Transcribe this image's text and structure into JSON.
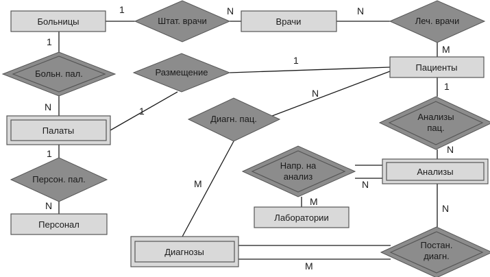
{
  "entities": {
    "hospitals": "Больницы",
    "doctors": "Врачи",
    "patients": "Пациенты",
    "wards": "Палаты",
    "staff": "Персонал",
    "analyses": "Анализы",
    "laboratories": "Лаборатории",
    "diagnoses": "Диагнозы"
  },
  "relationships": {
    "staff_doctors": "Штат. врачи",
    "treating_doctors": "Леч. врачи",
    "hospital_wards": "Больн. пал.",
    "placement": "Размещение",
    "patient_diagnosis": "Диагн. пац.",
    "patient_analyses": [
      "Анализы",
      "пац."
    ],
    "analysis_referral": [
      "Напр. на",
      "анализ"
    ],
    "ward_staff": "Персон. пал.",
    "diagnosis_setting": [
      "Постан.",
      "диагн."
    ]
  },
  "cardinalities": {
    "hosp_staffdoc": "1",
    "staffdoc_doc": "N",
    "doc_treat": "N",
    "treat_pat": "M",
    "hosp_hwards": "1",
    "hwards_wards": "N",
    "place_pat": "1",
    "place_wards": "1",
    "diag_pat": "N",
    "diag_diagnoses": "M",
    "pat_panal": "1",
    "panal_anal": "N",
    "ref_anal": "N",
    "ref_lab": "M",
    "wards_pers": "1",
    "pers_staff": "N",
    "anal_post": "N",
    "post_diagnoses": "M"
  }
}
